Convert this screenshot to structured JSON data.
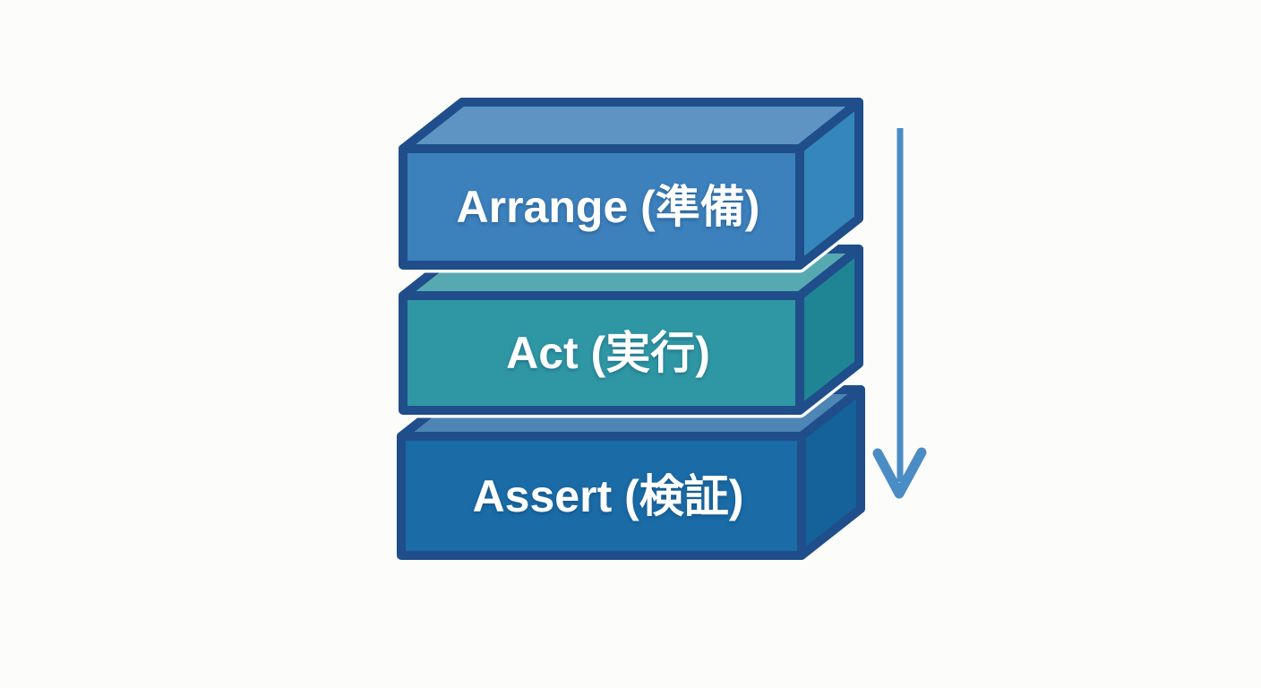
{
  "diagram": {
    "description": "AAA testing pattern stacked blocks",
    "background": "#fcfcfa",
    "outline_color": "#1f4e8a",
    "text_color": "#ffffff",
    "blocks": [
      {
        "id": "arrange",
        "label": "Arrange (準備)",
        "front_color": "#3c80bc",
        "top_color": "#5e94c4",
        "side_color": "#3586bb"
      },
      {
        "id": "act",
        "label": "Act (実行)",
        "front_color": "#2f97a4",
        "top_color": "#57a9b1",
        "side_color": "#1f8494"
      },
      {
        "id": "assert",
        "label": "Assert (検証)",
        "front_color": "#1a6ba6",
        "top_color": "#4d85b5",
        "side_color": "#15629b"
      }
    ],
    "arrow": {
      "name": "down-arrow-icon",
      "color": "#4a8dc5"
    }
  }
}
